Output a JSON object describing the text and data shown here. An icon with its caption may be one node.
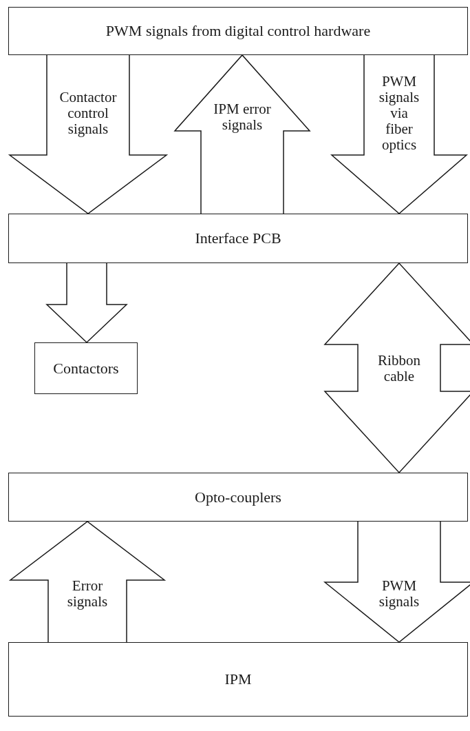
{
  "diagram": {
    "nodes": [
      {
        "text": [
          "PWM signals from digital control hardware"
        ]
      },
      {
        "text": [
          "Interface PCB"
        ]
      },
      {
        "text": [
          "Contactors"
        ]
      },
      {
        "text": [
          "Opto-couplers"
        ]
      },
      {
        "text": [
          "IPM"
        ]
      }
    ],
    "edges": [
      {
        "from": 0,
        "to": 1,
        "arrow": "to",
        "label": "Contactor control signals"
      },
      {
        "from": 1,
        "to": 0,
        "arrow": "to",
        "label": "IPM error signals"
      },
      {
        "from": 0,
        "to": 1,
        "arrow": "to",
        "label": "PWM signals via fiber optics"
      },
      {
        "from": 1,
        "to": 2,
        "arrow": "to"
      },
      {
        "from": 1,
        "to": 3,
        "arrow": "both",
        "label": "Ribbon cable"
      },
      {
        "from": 4,
        "to": 3,
        "arrow": "to",
        "label": "Error signals"
      },
      {
        "from": 3,
        "to": 4,
        "arrow": "to",
        "label": "PWM signals"
      }
    ]
  }
}
